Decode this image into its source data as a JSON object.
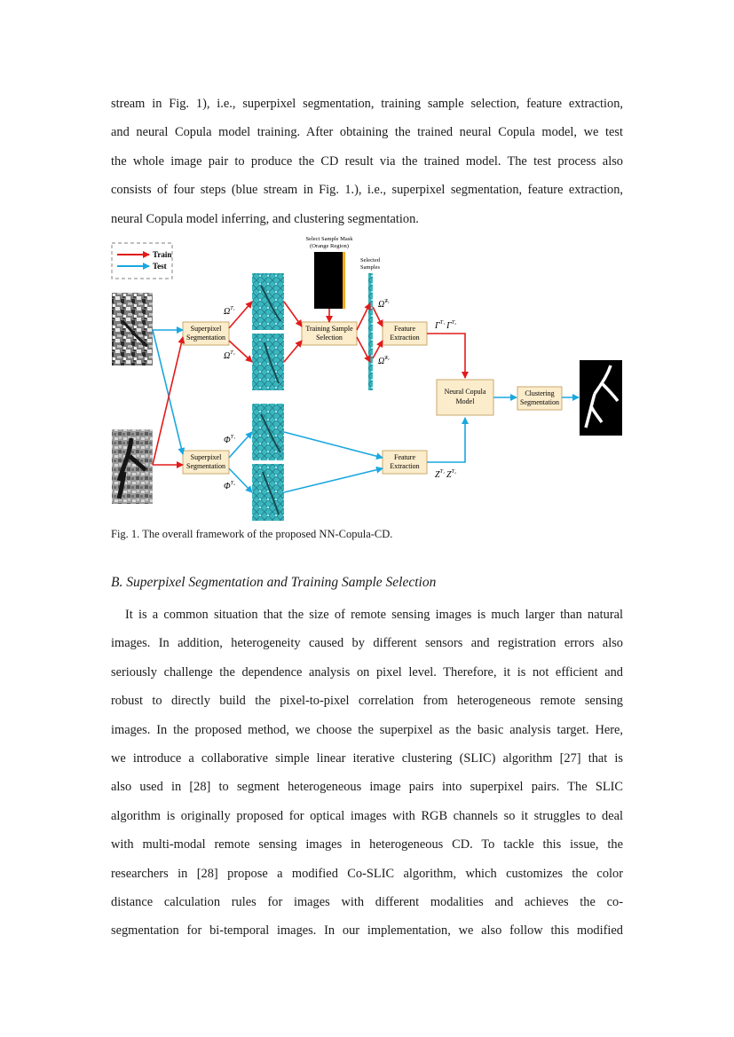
{
  "para1": {
    "lines": [
      "stream in Fig. 1), i.e., superpixel segmentation, training sample selection, feature extraction,",
      "and neural Copula model training. After obtaining the trained neural Copula model, we test",
      "the whole image pair to produce the CD result via the trained model. The test process also",
      "consists of four steps (blue stream in Fig. 1.), i.e., superpixel segmentation, feature extraction,",
      "neural Copula model inferring, and clustering segmentation."
    ]
  },
  "figure": {
    "legend": {
      "train": "Train",
      "test": "Test"
    },
    "mask_title_1": "Select Sample Mask",
    "mask_title_2": "(Orange Region)",
    "selected_1": "Selected",
    "selected_2": "Samples",
    "boxes": {
      "superpixel_1a": "Superpixel",
      "superpixel_1b": "Segmentation",
      "superpixel_2a": "Superpixel",
      "superpixel_2b": "Segmentation",
      "tss_a": "Training Sample",
      "tss_b": "Selection",
      "fe1_a": "Feature",
      "fe1_b": "Extraction",
      "fe2_a": "Feature",
      "fe2_b": "Extraction",
      "ncm_a": "Neural Copula",
      "ncm_b": "Model",
      "cs_a": "Clustering",
      "cs_b": "Segmentation"
    },
    "symbols": {
      "omega": "Ω",
      "omega_tilde": "Ω̃",
      "phi": "Φ",
      "gamma": "Γ",
      "zed": "Z",
      "sup_t1": "T₁",
      "sup_t2": "T₂"
    },
    "colors": {
      "train": "#e21a1a",
      "test": "#1aa7e0",
      "box_fill": "#fbeccb",
      "box_stroke": "#c9a96e",
      "legend_border": "#999999",
      "mask_orange": "#f2a81d",
      "teal": "#3bb6bf"
    }
  },
  "caption": "Fig. 1. The overall framework of the proposed NN-Copula-CD.",
  "section_heading": "B. Superpixel Segmentation and Training Sample Selection",
  "para2": {
    "lines": [
      "It is a common situation that the size of remote sensing images is much larger than natural",
      "images. In addition, heterogeneity caused by different sensors and registration errors also",
      "seriously challenge the dependence analysis on pixel level. Therefore, it is not efficient and",
      "robust to directly build the pixel-to-pixel correlation from heterogeneous remote sensing",
      "images. In the proposed method, we choose the superpixel as the basic analysis target. Here,",
      "we introduce a collaborative simple linear iterative clustering (SLIC) algorithm [27] that is",
      "also used in [28] to segment heterogeneous image pairs into superpixel pairs. The SLIC",
      "algorithm is originally proposed for optical images with RGB channels so it struggles to deal",
      "with multi-modal remote sensing images in heterogeneous CD. To tackle this issue, the",
      "researchers in [28] propose a modified Co-SLIC algorithm, which customizes the color",
      "distance calculation rules for images with different modalities and achieves the co-",
      "segmentation for bi-temporal images. In our implementation, we also follow this modified"
    ]
  }
}
